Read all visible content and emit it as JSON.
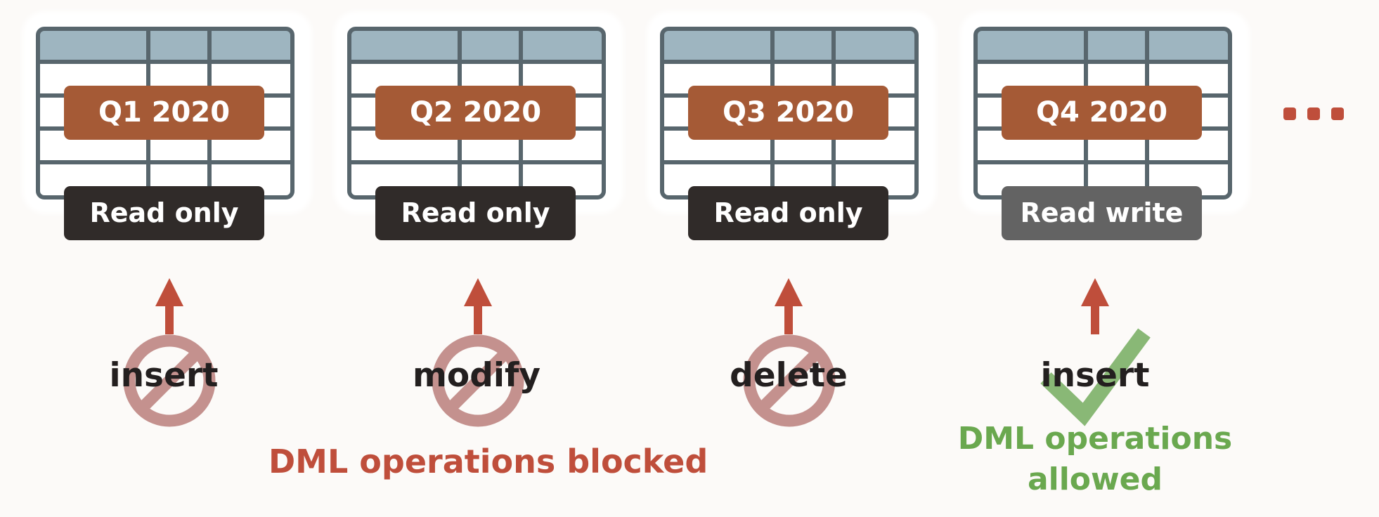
{
  "partitions": [
    {
      "quarter": "Q1 2020",
      "mode": "Read only",
      "operation": "insert",
      "status": "blocked"
    },
    {
      "quarter": "Q2 2020",
      "mode": "Read only",
      "operation": "modify",
      "status": "blocked"
    },
    {
      "quarter": "Q3 2020",
      "mode": "Read only",
      "operation": "delete",
      "status": "blocked"
    },
    {
      "quarter": "Q4 2020",
      "mode": "Read write",
      "operation": "insert",
      "status": "allowed"
    }
  ],
  "captions": {
    "blocked": "DML operations blocked",
    "allowed_line1": "DML operations",
    "allowed_line2": "allowed"
  },
  "colors": {
    "table_outline": "#58666d",
    "table_header": "#9eb5c0",
    "quarter_label": "#a55a36",
    "read_only_badge": "#302b29",
    "read_write_badge": "#636363",
    "arrow": "#bf4e3b",
    "prohibited": "#c4918e",
    "allowed_check": "#7fb26a",
    "blocked_text": "#bf4e3b",
    "allowed_text": "#6aa84f"
  },
  "icons": {
    "ellipsis": "ellipsis-icon",
    "arrow": "arrow-up-icon",
    "blocked": "prohibited-icon",
    "allowed": "checkmark-icon"
  }
}
